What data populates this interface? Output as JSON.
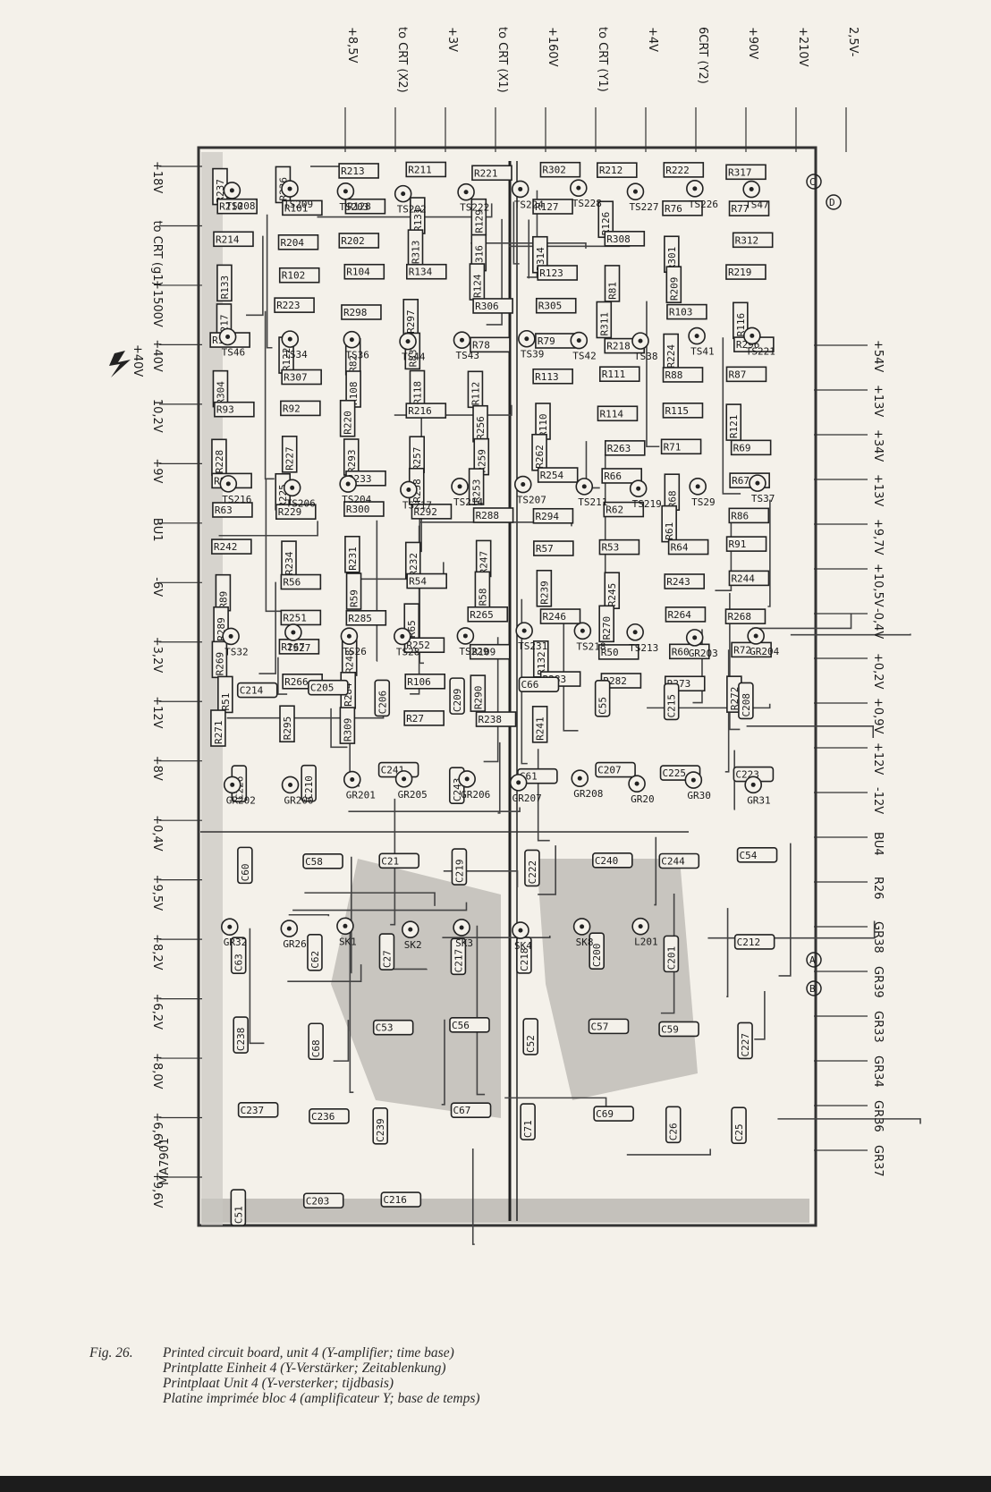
{
  "board": {
    "id": "MA7901",
    "ground_marker_sym": "+40V"
  },
  "top_labels": [
    "+8,5V",
    "to CRT (X2)",
    "+3V",
    "to CRT (X1)",
    "+160V",
    "to CRT (Y1)",
    "+4V",
    "6CRT (Y2)",
    "+90V",
    "+210V",
    "2,5V-"
  ],
  "left_labels": [
    "+18V",
    "to CRT (g1)",
    "+1500V",
    "+40V",
    "10,2V",
    "+9V",
    "BU1",
    "-6V",
    "+3,2V",
    "+12V",
    "+8V",
    "+0,4V",
    "+9,5V",
    "+8,2V",
    "+6,2V",
    "+8,0V",
    "+6,6V",
    "+9,6V"
  ],
  "right_labels": [
    "+54V",
    "+13V",
    "+34V",
    "+13V",
    "+9,7V",
    "+10,5V",
    "-0,4V",
    "+0,2V",
    "+0,9V",
    "+12V",
    "-12V",
    "BU4",
    "R26",
    "GR38",
    "GR39",
    "GR33",
    "GR34",
    "GR36",
    "GR37"
  ],
  "connectors": [
    "C",
    "D",
    "A",
    "B"
  ],
  "resistors": [
    "R237",
    "R236",
    "R213",
    "R211",
    "R221",
    "R302",
    "R212",
    "R222",
    "R317",
    "R210",
    "R101",
    "R128",
    "R131",
    "R129",
    "R127",
    "R126",
    "R76",
    "R77",
    "R214",
    "R204",
    "R202",
    "R313",
    "R316",
    "R314",
    "R308",
    "R301",
    "R312",
    "R133",
    "R102",
    "R104",
    "R134",
    "R124",
    "R123",
    "R81",
    "R209",
    "R219",
    "R217",
    "R223",
    "R298",
    "R297",
    "R306",
    "R305",
    "R311",
    "R103",
    "R116",
    "R117",
    "R122",
    "R82",
    "R83",
    "R78",
    "R79",
    "R218",
    "R224",
    "R296",
    "R304",
    "R307",
    "R108",
    "R118",
    "R112",
    "R113",
    "R111",
    "R88",
    "R87",
    "R93",
    "R92",
    "R220",
    "R216",
    "R256",
    "R110",
    "R114",
    "R115",
    "R121",
    "R228",
    "R227",
    "R293",
    "R257",
    "R259",
    "R262",
    "R263",
    "R71",
    "R69",
    "R84",
    "R225",
    "R233",
    "R258",
    "R253",
    "R254",
    "R66",
    "R68",
    "R67",
    "R63",
    "R229",
    "R300",
    "R292",
    "R288",
    "R294",
    "R62",
    "R61",
    "R86",
    "R242",
    "R234",
    "R231",
    "R232",
    "R247",
    "R57",
    "R53",
    "R64",
    "R91",
    "R89",
    "R56",
    "R59",
    "R54",
    "R58",
    "R239",
    "R245",
    "R243",
    "R244",
    "R289",
    "R251",
    "R285",
    "R65",
    "R265",
    "R246",
    "R270",
    "R264",
    "R268",
    "R269",
    "R267",
    "R248",
    "R252",
    "R109",
    "R132",
    "R50",
    "R60",
    "R72",
    "R51",
    "R266",
    "R284",
    "R106",
    "R290",
    "R283",
    "R282",
    "R273",
    "R272",
    "R271",
    "R295",
    "R309",
    "R27",
    "R238",
    "R241"
  ],
  "capacitors": [
    "C214",
    "C205",
    "C206",
    "C209",
    "C66",
    "C55",
    "C215",
    "C208",
    "C226",
    "C210",
    "C241",
    "C243",
    "C61",
    "C207",
    "C225",
    "C223",
    "C60",
    "C58",
    "C21",
    "C219",
    "C222",
    "C240",
    "C244",
    "C54",
    "C63",
    "C62",
    "C27",
    "C217",
    "C218",
    "C200",
    "C201",
    "C212",
    "C238",
    "C68",
    "C53",
    "C56",
    "C52",
    "C57",
    "C59",
    "C227",
    "C237",
    "C236",
    "C239",
    "C67",
    "C71",
    "C69",
    "C26",
    "C25",
    "C51",
    "C203",
    "C216"
  ],
  "semiconductors": [
    "TS208",
    "TS209",
    "TS203",
    "TS202",
    "TS222",
    "TS224",
    "TS228",
    "TS227",
    "TS226",
    "TS47",
    "TS46",
    "TS34",
    "TS36",
    "TS44",
    "TS43",
    "TS39",
    "TS42",
    "TS38",
    "TS41",
    "TS221",
    "TS216",
    "TS206",
    "TS204",
    "TS217",
    "TS214",
    "TS207",
    "TS211",
    "TS219",
    "TS29",
    "TS37",
    "TS32",
    "TS27",
    "TS26",
    "TS28",
    "TS229",
    "TS231",
    "TS218",
    "TS213",
    "GR203",
    "GR204",
    "GR202",
    "GR200",
    "GR201",
    "GR205",
    "GR206",
    "GR207",
    "GR208",
    "GR20",
    "GR30",
    "GR31",
    "GR32",
    "GR26",
    "SK1",
    "SK2",
    "SK3",
    "SK4",
    "SK8",
    "L201"
  ],
  "caption": {
    "fig": "Fig. 26.",
    "lines": [
      "Printed circuit board, unit 4 (Y-amplifier; time base)",
      "Printplatte Einheit 4 (Y-Verstärker; Zeitablenkung)",
      "Printplaat Unit 4 (Y-versterker; tijdbasis)",
      "Platine imprimée bloc 4 (amplificateur Y; base de temps)"
    ]
  }
}
